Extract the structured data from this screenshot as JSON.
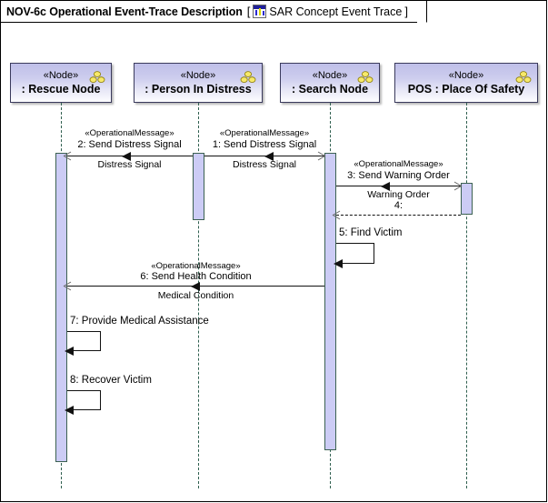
{
  "frame": {
    "title": "NOV-6c Operational Event-Trace Description",
    "bracket_open": "[",
    "bracket_close": "]",
    "icon": "nov-diagram-icon",
    "subtitle": "SAR Concept Event Trace"
  },
  "colors": {
    "head_fill_top": "#bfbfe8",
    "head_fill_bottom": "#fdfdff",
    "head_border": "#3a3a5c",
    "activation_fill": "#ccccf5",
    "activation_border": "#3c6152",
    "lifeline": "#2f5f4f",
    "message_line": "#111111",
    "node_icon": "#f5e45a",
    "background": "#ffffff"
  },
  "lifelines": [
    {
      "id": "rescue",
      "stereotype": "«Node»",
      "name": ": Rescue Node",
      "icon": "node-icon"
    },
    {
      "id": "distress",
      "stereotype": "«Node»",
      "name": ": Person In Distress",
      "icon": "node-icon"
    },
    {
      "id": "search",
      "stereotype": "«Node»",
      "name": ": Search Node",
      "icon": "node-icon"
    },
    {
      "id": "pos",
      "stereotype": "«Node»",
      "name": "POS : Place Of Safety",
      "icon": "node-icon"
    }
  ],
  "messages": [
    {
      "num": "2: Send Distress Signal",
      "stereotype": "«OperationalMessage»",
      "signal": "Distress Signal",
      "from": "distress",
      "to": "rescue",
      "direction": "left",
      "style": "solid"
    },
    {
      "num": "1: Send Distress Signal",
      "stereotype": "«OperationalMessage»",
      "signal": "Distress Signal",
      "from": "distress",
      "to": "search",
      "direction": "right",
      "style": "solid"
    },
    {
      "num": "3: Send Warning Order",
      "stereotype": "«OperationalMessage»",
      "signal": "Warning Order",
      "from": "search",
      "to": "pos",
      "direction": "right",
      "style": "solid"
    },
    {
      "num": "4:",
      "stereotype": "",
      "signal": "",
      "from": "pos",
      "to": "search",
      "direction": "left",
      "style": "dashed"
    },
    {
      "num": "6: Send Health Condition",
      "stereotype": "«OperationalMessage»",
      "signal": "Medical Condition",
      "from": "search",
      "to": "rescue",
      "direction": "left",
      "style": "solid"
    }
  ],
  "self_messages": [
    {
      "num": "5: Find Victim",
      "on": "search"
    },
    {
      "num": "7: Provide Medical Assistance",
      "on": "rescue"
    },
    {
      "num": "8: Recover Victim",
      "on": "rescue"
    }
  ]
}
